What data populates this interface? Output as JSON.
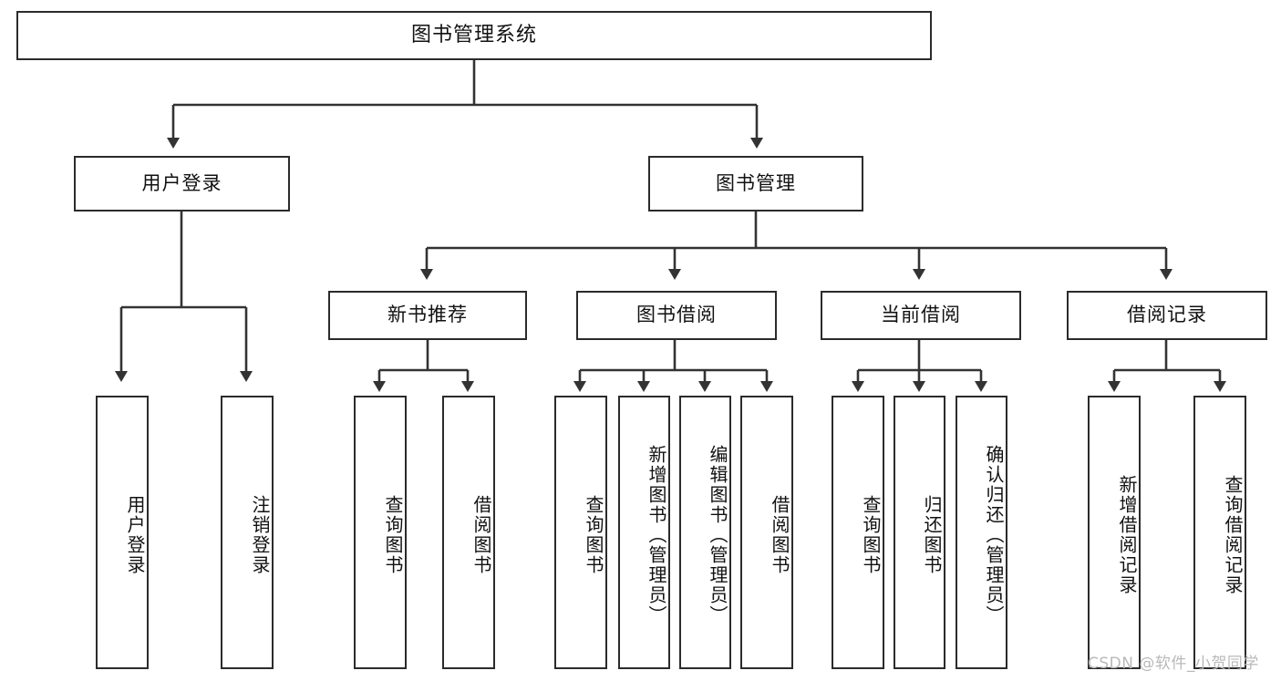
{
  "diagram": {
    "title": "图书管理系统",
    "type": "hierarchy-tree",
    "colors": {
      "box_border": "#2b2b2b",
      "box_fill": "#ffffff",
      "connector": "#333333",
      "text": "#111111",
      "watermark": "#b9b9b9",
      "background": "#ffffff"
    },
    "watermark": "CSDN @软件_小贺同学",
    "levels": {
      "root": {
        "label": "图书管理系统"
      },
      "level2": [
        {
          "label": "用户登录"
        },
        {
          "label": "图书管理"
        }
      ],
      "level3": [
        {
          "label": "新书推荐"
        },
        {
          "label": "图书借阅"
        },
        {
          "label": "当前借阅"
        },
        {
          "label": "借阅记录"
        }
      ],
      "leaves": {
        "user_login": [
          {
            "label": "用户登录"
          },
          {
            "label": "注销登录"
          }
        ],
        "new_book_recommend": [
          {
            "label": "查询图书"
          },
          {
            "label": "借阅图书"
          }
        ],
        "book_borrow": [
          {
            "label": "查询图书"
          },
          {
            "label": "新增图书（管理员）"
          },
          {
            "label": "编辑图书（管理员）"
          },
          {
            "label": "借阅图书"
          }
        ],
        "current_borrow": [
          {
            "label": "查询图书"
          },
          {
            "label": "归还图书"
          },
          {
            "label": "确认归还（管理员）"
          }
        ],
        "borrow_record": [
          {
            "label": "新增借阅记录"
          },
          {
            "label": "查询借阅记录"
          }
        ]
      }
    }
  }
}
